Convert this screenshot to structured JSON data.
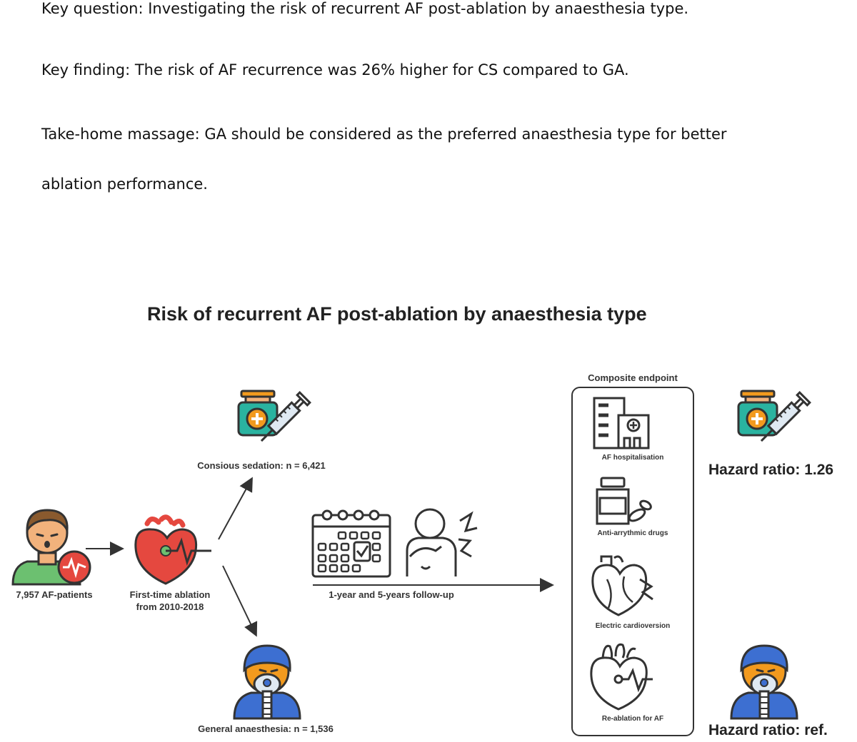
{
  "summary": {
    "key_question": "Key question: Investigating the risk of recurrent AF post-ablation by anaesthesia type.",
    "key_finding": "Key finding: The risk of AF recurrence was 26% higher for CS compared to GA.",
    "take_home_line1": "Take-home massage: GA should be considered as the preferred anaesthesia type for better",
    "take_home_line2": "ablation performance."
  },
  "diagram": {
    "title": "Risk of recurrent AF post-ablation by anaesthesia type",
    "patients_label": "7,957 AF-patients",
    "ablation_line1": "First-time ablation",
    "ablation_line2": "from 2010-2018",
    "cs_label": "Consious sedation: n = 6,421",
    "ga_label": "General anaesthesia: n = 1,536",
    "followup_label": "1-year and 5-years follow-up",
    "composite_title": "Composite endpoint",
    "endpoints": [
      "AF hospitalisation",
      "Anti-arrythmic drugs",
      "Electric cardioversion",
      "Re-ablation for AF"
    ],
    "hr_cs": "Hazard ratio: 1.26",
    "hr_ga": "Hazard ratio: ref."
  },
  "icons": [
    "patient-icon",
    "heart-icon",
    "sedation-syringe-icon",
    "anaesthesia-mask-icon",
    "calendar-icon",
    "chest-pain-icon",
    "hospital-icon",
    "pill-bottle-icon",
    "heart-shock-icon",
    "heart-ablation-icon"
  ],
  "colors": {
    "teal": "#2ab3a0",
    "orange": "#f29a1e",
    "red": "#e5483f",
    "blue": "#3d6fd1",
    "skin": "#f2b27c",
    "green": "#6cc070"
  }
}
